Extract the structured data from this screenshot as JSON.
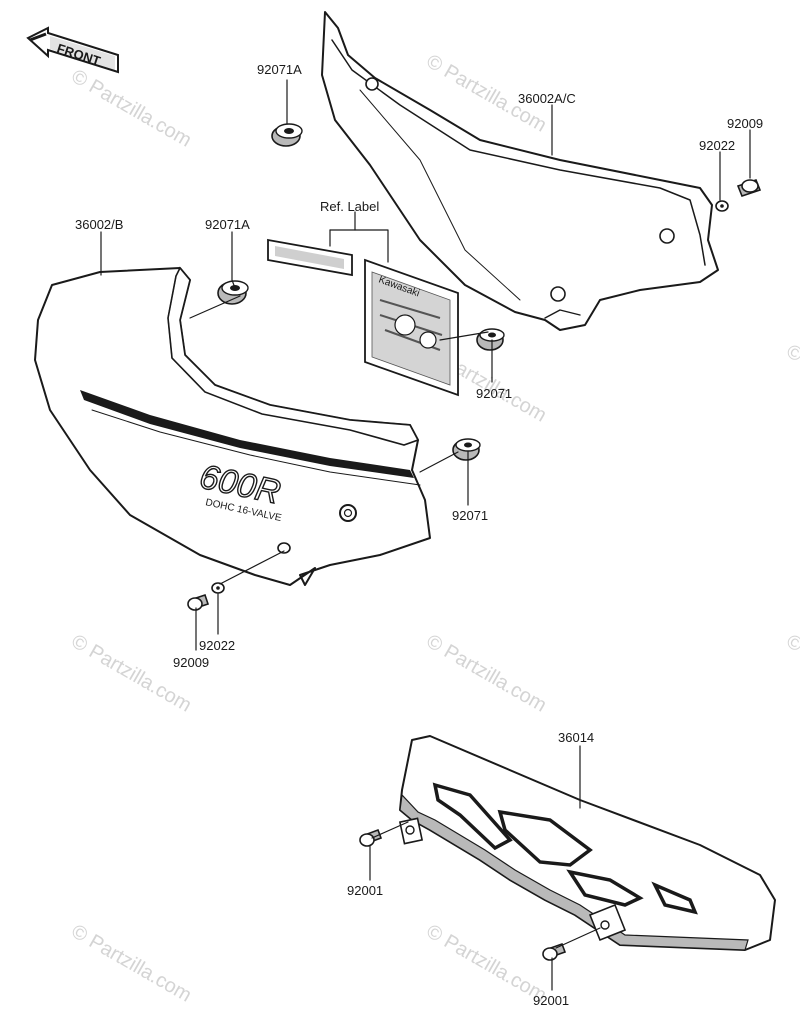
{
  "diagram": {
    "front_label": "FRONT",
    "watermark": "© Partzilla.com",
    "badge": {
      "model": "600R",
      "sub": "DOHC 16-VALVE",
      "brand": "Kawasaki"
    },
    "ref_label": "Ref. Label",
    "parts": {
      "p_92071A_top": "92071A",
      "p_36002AC": "36002A/C",
      "p_92009_right": "92009",
      "p_92022_right": "92022",
      "p_36002B": "36002/B",
      "p_92071A_mid": "92071A",
      "p_92071_right": "92071",
      "p_92071_low": "92071",
      "p_92022_low": "92022",
      "p_92009_low": "92009",
      "p_36014": "36014",
      "p_92001_left": "92001",
      "p_92001_bottom": "92001"
    }
  }
}
